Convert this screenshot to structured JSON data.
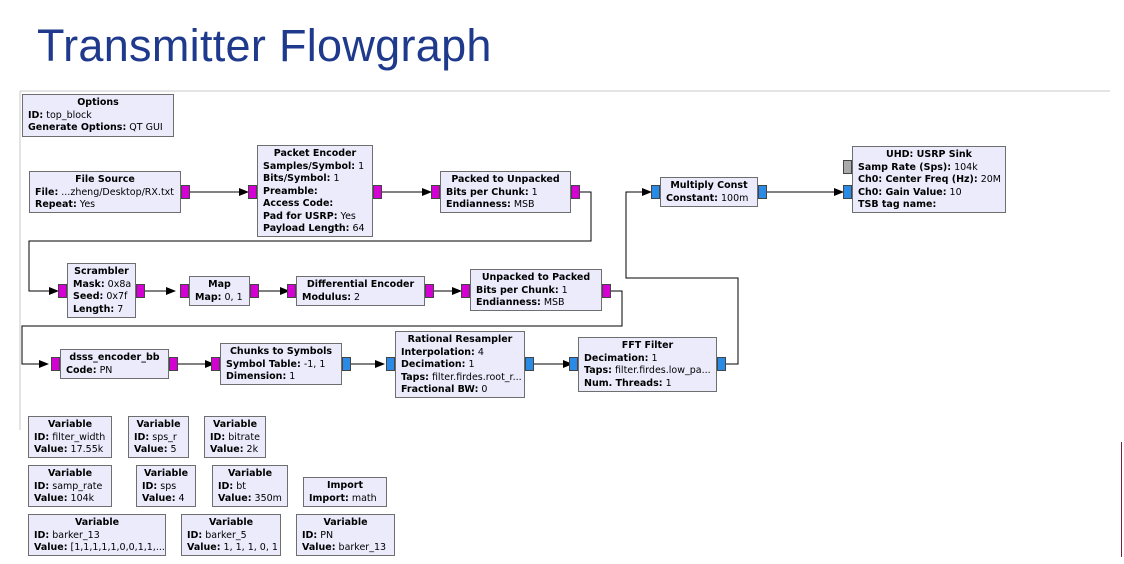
{
  "slide_title": "Transmitter Flowgraph",
  "colors": {
    "title": "#1f3a8c",
    "block_fill": "#ecebfc",
    "byte_port": "#d400d4",
    "complex_port": "#2a8be6",
    "wire": "#000000"
  },
  "blocks": {
    "options": {
      "title": "Options",
      "rows": [
        {
          "k": "ID:",
          "v": " top_block"
        },
        {
          "k": "Generate Options:",
          "v": " QT GUI"
        }
      ]
    },
    "file_source": {
      "title": "File Source",
      "rows": [
        {
          "k": "File:",
          "v": " ...zheng/Desktop/RX.txt"
        },
        {
          "k": "Repeat:",
          "v": " Yes"
        }
      ]
    },
    "packet_encoder": {
      "title": "Packet Encoder",
      "rows": [
        {
          "k": "Samples/Symbol:",
          "v": " 1"
        },
        {
          "k": "Bits/Symbol:",
          "v": " 1"
        },
        {
          "k": "Preamble:",
          "v": ""
        },
        {
          "k": "Access Code:",
          "v": ""
        },
        {
          "k": "Pad for USRP:",
          "v": " Yes"
        },
        {
          "k": "Payload Length:",
          "v": " 64"
        }
      ]
    },
    "packed_to_unpacked": {
      "title": "Packed to Unpacked",
      "rows": [
        {
          "k": "Bits per Chunk:",
          "v": " 1"
        },
        {
          "k": "Endianness:",
          "v": " MSB"
        }
      ]
    },
    "multiply_const": {
      "title": "Multiply Const",
      "rows": [
        {
          "k": "Constant:",
          "v": " 100m"
        }
      ]
    },
    "usrp_sink": {
      "title": "UHD: USRP Sink",
      "rows": [
        {
          "k": "Samp Rate (Sps):",
          "v": " 104k"
        },
        {
          "k": "Ch0: Center Freq (Hz):",
          "v": " 20M"
        },
        {
          "k": "Ch0: Gain Value:",
          "v": " 10"
        },
        {
          "k": "TSB tag name:",
          "v": ""
        }
      ]
    },
    "scrambler": {
      "title": "Scrambler",
      "rows": [
        {
          "k": "Mask:",
          "v": " 0x8a"
        },
        {
          "k": "Seed:",
          "v": " 0x7f"
        },
        {
          "k": "Length:",
          "v": " 7"
        }
      ]
    },
    "map": {
      "title": "Map",
      "rows": [
        {
          "k": "Map:",
          "v": " 0, 1"
        }
      ]
    },
    "diff_encoder": {
      "title": "Differential Encoder",
      "rows": [
        {
          "k": "Modulus:",
          "v": " 2"
        }
      ]
    },
    "unpacked_to_packed": {
      "title": "Unpacked to Packed",
      "rows": [
        {
          "k": "Bits per Chunk:",
          "v": " 1"
        },
        {
          "k": "Endianness:",
          "v": " MSB"
        }
      ]
    },
    "dsss_encoder": {
      "title": "dsss_encoder_bb",
      "rows": [
        {
          "k": "Code:",
          "v": " PN"
        }
      ]
    },
    "chunks_to_symbols": {
      "title": "Chunks to Symbols",
      "rows": [
        {
          "k": "Symbol Table:",
          "v": " -1, 1"
        },
        {
          "k": "Dimension:",
          "v": " 1"
        }
      ]
    },
    "rational_resampler": {
      "title": "Rational Resampler",
      "rows": [
        {
          "k": "Interpolation:",
          "v": " 4"
        },
        {
          "k": "Decimation:",
          "v": " 1"
        },
        {
          "k": "Taps:",
          "v": " filter.firdes.root_r..."
        },
        {
          "k": "Fractional BW:",
          "v": " 0"
        }
      ]
    },
    "fft_filter": {
      "title": "FFT Filter",
      "rows": [
        {
          "k": "Decimation:",
          "v": " 1"
        },
        {
          "k": "Taps:",
          "v": " filter.firdes.low_pa..."
        },
        {
          "k": "Num. Threads:",
          "v": " 1"
        }
      ]
    },
    "var_filter_width": {
      "title": "Variable",
      "rows": [
        {
          "k": "ID:",
          "v": " filter_width"
        },
        {
          "k": "Value:",
          "v": " 17.55k"
        }
      ]
    },
    "var_sps_r": {
      "title": "Variable",
      "rows": [
        {
          "k": "ID:",
          "v": " sps_r"
        },
        {
          "k": "Value:",
          "v": " 5"
        }
      ]
    },
    "var_bitrate": {
      "title": "Variable",
      "rows": [
        {
          "k": "ID:",
          "v": " bitrate"
        },
        {
          "k": "Value:",
          "v": " 2k"
        }
      ]
    },
    "var_samp_rate": {
      "title": "Variable",
      "rows": [
        {
          "k": "ID:",
          "v": " samp_rate"
        },
        {
          "k": "Value:",
          "v": " 104k"
        }
      ]
    },
    "var_sps": {
      "title": "Variable",
      "rows": [
        {
          "k": "ID:",
          "v": " sps"
        },
        {
          "k": "Value:",
          "v": " 4"
        }
      ]
    },
    "var_bt": {
      "title": "Variable",
      "rows": [
        {
          "k": "ID:",
          "v": " bt"
        },
        {
          "k": "Value:",
          "v": " 350m"
        }
      ]
    },
    "import_math": {
      "title": "Import",
      "rows": [
        {
          "k": "Import:",
          "v": " math"
        }
      ]
    },
    "var_barker_13": {
      "title": "Variable",
      "rows": [
        {
          "k": "ID:",
          "v": " barker_13"
        },
        {
          "k": "Value:",
          "v": " [1,1,1,1,1,0,0,1,1,..."
        }
      ]
    },
    "var_barker_5": {
      "title": "Variable",
      "rows": [
        {
          "k": "ID:",
          "v": " barker_5"
        },
        {
          "k": "Value:",
          "v": " 1, 1, 1, 0, 1"
        }
      ]
    },
    "var_pn": {
      "title": "Variable",
      "rows": [
        {
          "k": "ID:",
          "v": " PN"
        },
        {
          "k": "Value:",
          "v": " barker_13"
        }
      ]
    }
  }
}
